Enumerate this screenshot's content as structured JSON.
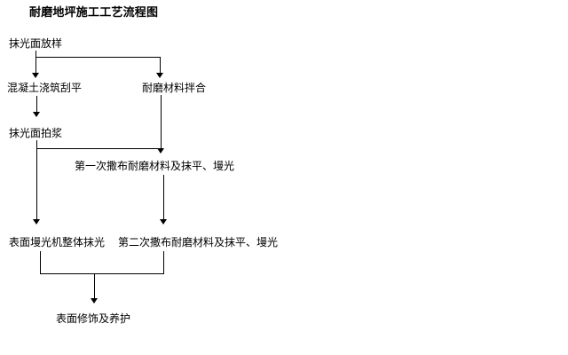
{
  "diagram": {
    "title": "耐磨地坪施工工艺流程图",
    "nodes": [
      {
        "id": "step-layout",
        "label": "抹光面放样"
      },
      {
        "id": "step-concrete",
        "label": "混凝土浇筑刮平"
      },
      {
        "id": "step-mixing",
        "label": "耐磨材料拌合"
      },
      {
        "id": "step-slurry",
        "label": "抹光面拍浆"
      },
      {
        "id": "step-first-spread",
        "label": "第一次撒布耐磨材料及抹平、墁光"
      },
      {
        "id": "step-trowel",
        "label": "表面墁光机整体抹光"
      },
      {
        "id": "step-second-spread",
        "label": "第二次撒布耐磨材料及抹平、墁光"
      },
      {
        "id": "step-finish",
        "label": "表面修饰及养护"
      }
    ],
    "edges": [
      {
        "from": "step-layout",
        "to": "step-concrete"
      },
      {
        "from": "step-layout",
        "to": "step-mixing"
      },
      {
        "from": "step-concrete",
        "to": "step-slurry"
      },
      {
        "from": "step-mixing",
        "to": "step-first-spread"
      },
      {
        "from": "step-slurry",
        "to": "step-first-spread"
      },
      {
        "from": "step-slurry",
        "to": "step-trowel"
      },
      {
        "from": "step-first-spread",
        "to": "step-second-spread"
      },
      {
        "from": "step-trowel",
        "to": "step-finish"
      },
      {
        "from": "step-second-spread",
        "to": "step-finish"
      }
    ],
    "colors": {
      "background": "#ffffff",
      "line": "#000000",
      "text": "#000000"
    }
  }
}
